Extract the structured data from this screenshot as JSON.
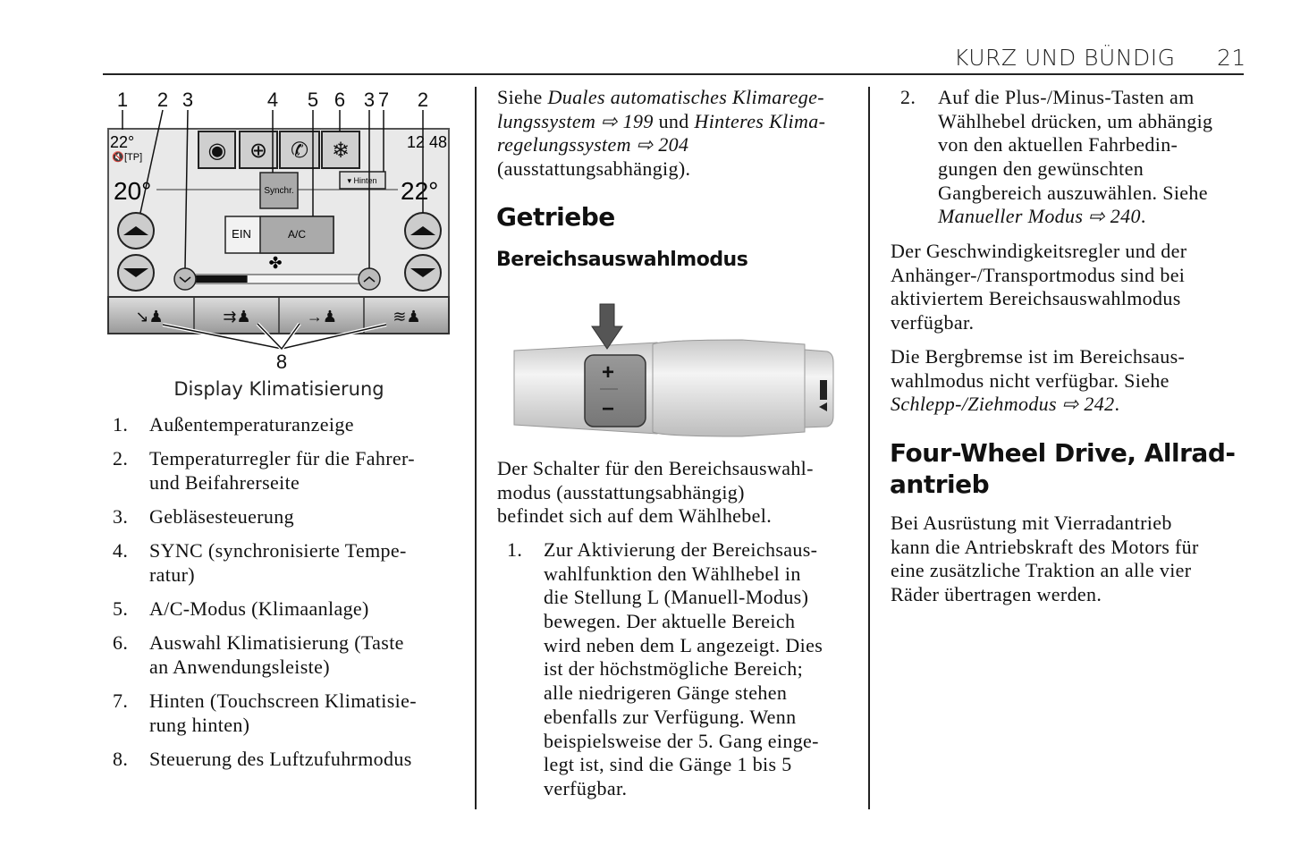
{
  "header": {
    "section": "KURZ UND BÜNDIG",
    "page": "21"
  },
  "figure_climate": {
    "callouts": [
      "1",
      "2",
      "3",
      "4",
      "5",
      "6",
      "3",
      "7",
      "2",
      "8"
    ],
    "outside_temp": "22°",
    "tp_label": "[TP]",
    "clock": "12 48",
    "driver_temp": "20°",
    "passenger_temp": "22°",
    "sync_label": "Synchr.",
    "rear_label": "▾ Hinten",
    "ein_label": "EIN",
    "ac_label": "A/C",
    "fan_level": 0.33,
    "caption": "Display Klimatisierung"
  },
  "col1": {
    "items": [
      {
        "num": "1.",
        "lines": [
          "Außentemperaturanzeige"
        ]
      },
      {
        "num": "2.",
        "lines": [
          "Temperaturregler für die Fahrer-",
          "und Beifahrerseite"
        ]
      },
      {
        "num": "3.",
        "lines": [
          "Gebläsesteuerung"
        ]
      },
      {
        "num": "4.",
        "lines": [
          "SYNC (synchronisierte Tempe-",
          "ratur)"
        ]
      },
      {
        "num": "5.",
        "lines": [
          "A/C-Modus (Klimaanlage)"
        ]
      },
      {
        "num": "6.",
        "lines": [
          "Auswahl Klimatisierung (Taste",
          "an Anwendungsleiste)"
        ]
      },
      {
        "num": "7.",
        "lines": [
          "Hinten (Touchscreen Klimatisie-",
          "rung hinten)"
        ]
      },
      {
        "num": "8.",
        "lines": [
          "Steuerung des Luftzufuhrmodus"
        ]
      }
    ]
  },
  "col2": {
    "intro": [
      [
        {
          "t": "Siehe "
        },
        {
          "t": "Duales automatisches Klimarege-",
          "i": true
        }
      ],
      [
        {
          "t": "lungssystem ⇨ 199",
          "i": true
        },
        {
          "t": " und "
        },
        {
          "t": "Hinteres Klima-",
          "i": true
        }
      ],
      [
        {
          "t": "regelungssystem ⇨ 204",
          "i": true
        }
      ],
      [
        {
          "t": "(ausstattungsabhängig)."
        }
      ]
    ],
    "heading": "Getriebe",
    "subheading": "Bereichsauswahlmodus",
    "lever": {
      "plus": "+",
      "minus": "−"
    },
    "para": [
      [
        {
          "t": "Der Schalter für den Bereichsauswahl-"
        }
      ],
      [
        {
          "t": "modus (ausstattungsabhängig)"
        }
      ],
      [
        {
          "t": "befindet sich auf dem Wählhebel."
        }
      ]
    ],
    "step1_num": "1.",
    "step1": [
      [
        {
          "t": "Zur Aktivierung der Bereichsaus-"
        }
      ],
      [
        {
          "t": "wahlfunktion den Wählhebel in"
        }
      ],
      [
        {
          "t": "die Stellung L (Manuell-Modus)"
        }
      ],
      [
        {
          "t": "bewegen. Der aktuelle Bereich"
        }
      ],
      [
        {
          "t": "wird neben dem L angezeigt. Dies"
        }
      ],
      [
        {
          "t": "ist der höchstmögliche Bereich;"
        }
      ],
      [
        {
          "t": "alle niedrigeren Gänge stehen"
        }
      ],
      [
        {
          "t": "ebenfalls zur Verfügung. Wenn"
        }
      ],
      [
        {
          "t": "beispielsweise der 5. Gang einge-"
        }
      ],
      [
        {
          "t": "legt ist, sind die Gänge 1 bis 5"
        }
      ],
      [
        {
          "t": "verfügbar."
        }
      ]
    ]
  },
  "col3": {
    "step2_num": "2.",
    "step2": [
      [
        {
          "t": "Auf die Plus-/Minus-Tasten am"
        }
      ],
      [
        {
          "t": "Wählhebel drücken, um abhängig"
        }
      ],
      [
        {
          "t": "von den aktuellen Fahrbedin-"
        }
      ],
      [
        {
          "t": "gungen den gewünschten"
        }
      ],
      [
        {
          "t": "Gangbereich auszuwählen. Siehe"
        }
      ],
      [
        {
          "t": "Manueller Modus ⇨ 240",
          "i": true
        },
        {
          "t": "."
        }
      ]
    ],
    "para1": [
      [
        {
          "t": "Der Geschwindigkeitsregler und der"
        }
      ],
      [
        {
          "t": "Anhänger-/Transportmodus sind bei"
        }
      ],
      [
        {
          "t": "aktiviertem Bereichsauswahlmodus"
        }
      ],
      [
        {
          "t": "verfügbar."
        }
      ]
    ],
    "para2": [
      [
        {
          "t": "Die Bergbremse ist im Bereichsaus-"
        }
      ],
      [
        {
          "t": "wahlmodus nicht verfügbar. Siehe"
        }
      ],
      [
        {
          "t": "Schlepp-/Ziehmodus ⇨ 242",
          "i": true
        },
        {
          "t": "."
        }
      ]
    ],
    "heading_lines": [
      "Four-Wheel Drive, Allrad-",
      "antrieb"
    ],
    "para3": [
      [
        {
          "t": "Bei Ausrüstung mit Vierradantrieb"
        }
      ],
      [
        {
          "t": "kann die Antriebskraft des Motors für"
        }
      ],
      [
        {
          "t": "eine zusätzliche Traktion an alle vier"
        }
      ],
      [
        {
          "t": "Räder übertragen werden."
        }
      ]
    ]
  }
}
